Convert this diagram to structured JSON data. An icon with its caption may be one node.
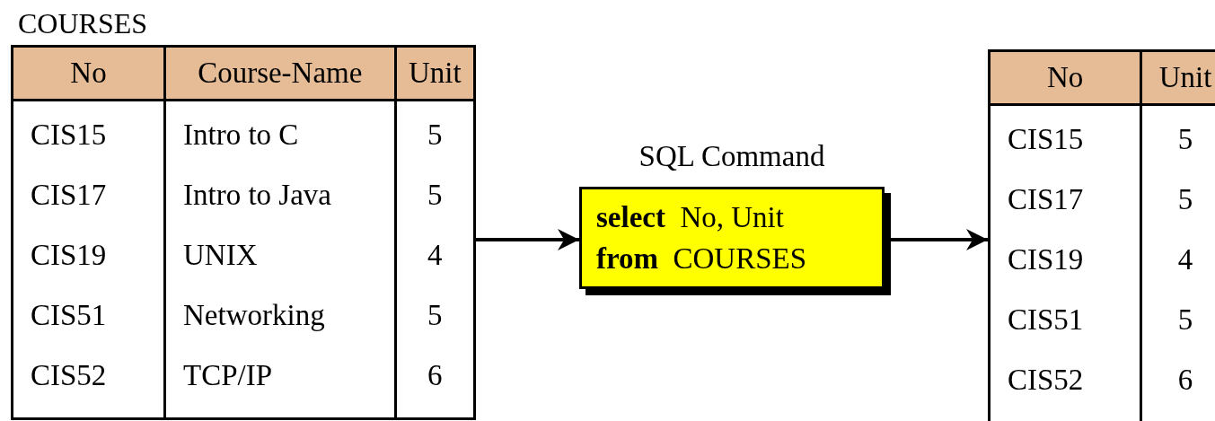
{
  "diagram": {
    "nodes": [
      {
        "text": [
          "COURSES",
          "No",
          "Course-Name",
          "Unit",
          "CIS15",
          "Intro to C",
          "5",
          "CIS17",
          "Intro to Java",
          "5",
          "CIS19",
          "UNIX",
          "4",
          "CIS51",
          "Networking",
          "5",
          "CIS52",
          "TCP/IP",
          "6"
        ]
      },
      {
        "text": [
          "SQL Command",
          "**select**  No, Unit",
          "**from**  COURSES"
        ]
      },
      {
        "text": [
          "No",
          "Unit",
          "CIS15",
          "5",
          "CIS17",
          "5",
          "CIS19",
          "4",
          "CIS51",
          "5",
          "CIS52",
          "6"
        ]
      }
    ],
    "edges": [
      {
        "from": 0,
        "to": 1,
        "arrow": "to"
      },
      {
        "from": 1,
        "to": 2,
        "arrow": "to"
      }
    ]
  }
}
